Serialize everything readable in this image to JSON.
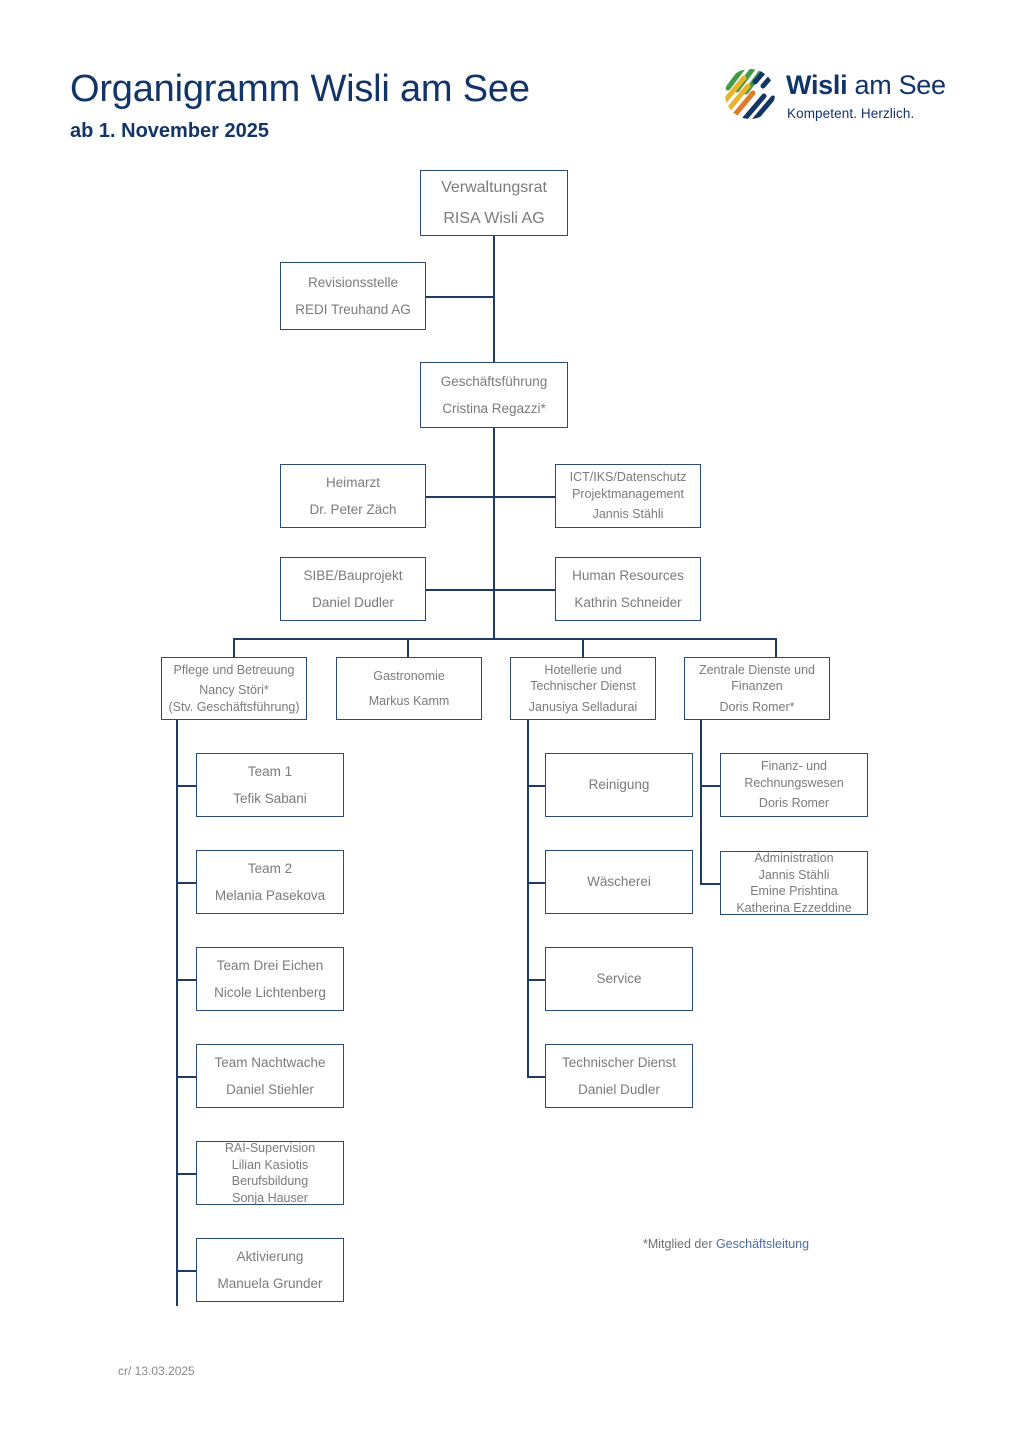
{
  "header": {
    "title": "Organigramm Wisli am See",
    "subtitle": "ab 1. November 2025",
    "title_color": "#123567"
  },
  "logo": {
    "name": "wisli-am-see-logo",
    "word_bold": "Wisli",
    "word_rest": " am See",
    "claim": "Kompetent. Herzlich.",
    "colors": {
      "navy": "#123567",
      "green": "#3f9b46",
      "yellow": "#e8b52a",
      "orange": "#e07b2a"
    }
  },
  "chart_meta": {
    "box_border_color": "#2a4a78",
    "connector_color": "#1f3b63",
    "box_text_color": "#7b7b7b"
  },
  "nodes": {
    "verwaltungsrat": {
      "lines": [
        "Verwaltungsrat",
        "RISA Wisli AG"
      ]
    },
    "revisionsstelle": {
      "lines": [
        "Revisionsstelle",
        "REDI Treuhand AG"
      ]
    },
    "geschaeftsfuehrung": {
      "lines": [
        "Geschäftsführung",
        "Cristina Regazzi*"
      ]
    },
    "heimarzt": {
      "lines": [
        "Heimarzt",
        "Dr. Peter Zäch"
      ]
    },
    "ict": {
      "lines": [
        "ICT/IKS/Datenschutz",
        "Projektmanagement",
        "Jannis Stähli"
      ]
    },
    "sibe": {
      "lines": [
        "SIBE/Bauprojekt",
        "Daniel Dudler"
      ]
    },
    "hr": {
      "lines": [
        "Human Resources",
        "Kathrin Schneider"
      ]
    },
    "pflege": {
      "lines": [
        "Pflege und Betreuung",
        "Nancy Störi*",
        "(Stv. Geschäftsführung)"
      ]
    },
    "gastronomie": {
      "lines": [
        "Gastronomie",
        "Markus Kamm"
      ]
    },
    "hotellerie": {
      "lines": [
        "Hotellerie und",
        "Technischer Dienst",
        "Janusiya Selladurai"
      ]
    },
    "zentrale": {
      "lines": [
        "Zentrale Dienste und",
        "Finanzen",
        "Doris Romer*"
      ]
    },
    "team1": {
      "lines": [
        "Team 1",
        "Tefik Sabani"
      ]
    },
    "team2": {
      "lines": [
        "Team 2",
        "Melania Pasekova"
      ]
    },
    "team_drei_eichen": {
      "lines": [
        "Team Drei Eichen",
        "Nicole Lichtenberg"
      ]
    },
    "team_nachtwache": {
      "lines": [
        "Team Nachtwache",
        "Daniel Stiehler"
      ]
    },
    "rai": {
      "lines": [
        "RAI-Supervision",
        "Lilian Kasiotis",
        "Berufsbildung",
        "Sonja Hauser"
      ]
    },
    "aktivierung": {
      "lines": [
        "Aktivierung",
        "Manuela Grunder"
      ]
    },
    "reinigung": {
      "lines": [
        "Reinigung"
      ]
    },
    "waescherei": {
      "lines": [
        "Wäscherei"
      ]
    },
    "service": {
      "lines": [
        "Service"
      ]
    },
    "technischer_dienst": {
      "lines": [
        "Technischer Dienst",
        "Daniel Dudler"
      ]
    },
    "finanz": {
      "lines": [
        "Finanz- und",
        "Rechnungswesen",
        "Doris Romer"
      ]
    },
    "administration": {
      "lines": [
        "Administration",
        "Jannis Stähli",
        "Emine Prishtina",
        "Katherina Ezzeddine"
      ]
    }
  },
  "footnote": {
    "prefix": "*Mitglied der ",
    "highlight": "Geschäftsleitung"
  },
  "footer": {
    "text": "cr/ 13.03.2025"
  }
}
